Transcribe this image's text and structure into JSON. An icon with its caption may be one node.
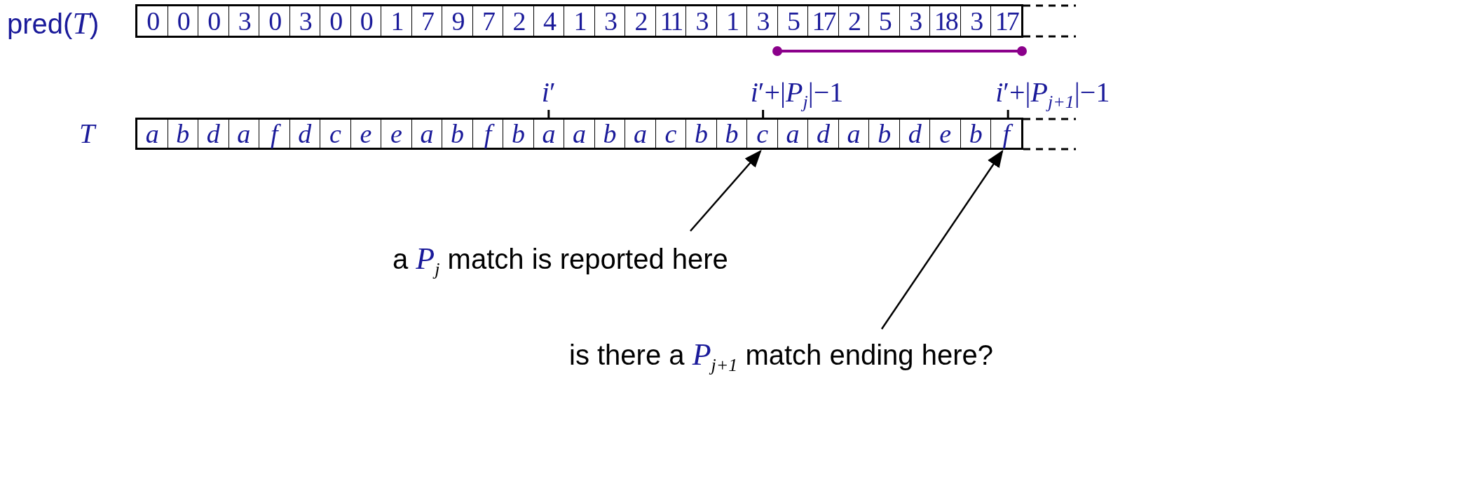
{
  "diagram": {
    "nodes": [
      {
        "text": [
          "c"
        ]
      },
      {
        "text": [
          "f"
        ]
      },
      {
        "text": [
          "a *P*$_{j}$ match is reported here"
        ]
      },
      {
        "text": [
          "is there a *P*$_{j+1}$ match ending here?"
        ]
      }
    ],
    "edges": [
      {
        "from": 2,
        "to": 0,
        "arrow": "to"
      },
      {
        "from": 3,
        "to": 1,
        "arrow": "to"
      }
    ],
    "labels": [
      "pred(*T*)",
      "0",
      "0",
      "0",
      "3",
      "0",
      "3",
      "0",
      "0",
      "1",
      "7",
      "9",
      "7",
      "2",
      "4",
      "1",
      "3",
      "2",
      "11",
      "3",
      "1",
      "3",
      "5",
      "17",
      "2",
      "5",
      "3",
      "18",
      "3",
      "17",
      "*i*′",
      "*i*′+|*P*$_{j}$|−1",
      "*i*′+|*P*$_{j+1}$|−1",
      "T",
      "a",
      "b",
      "d",
      "a",
      "f",
      "d",
      "c",
      "e",
      "e",
      "a",
      "b",
      "f",
      "b",
      "a",
      "a",
      "b",
      "a",
      "c",
      "b",
      "b",
      "a",
      "d",
      "a",
      "b",
      "d",
      "e",
      "b"
    ]
  }
}
